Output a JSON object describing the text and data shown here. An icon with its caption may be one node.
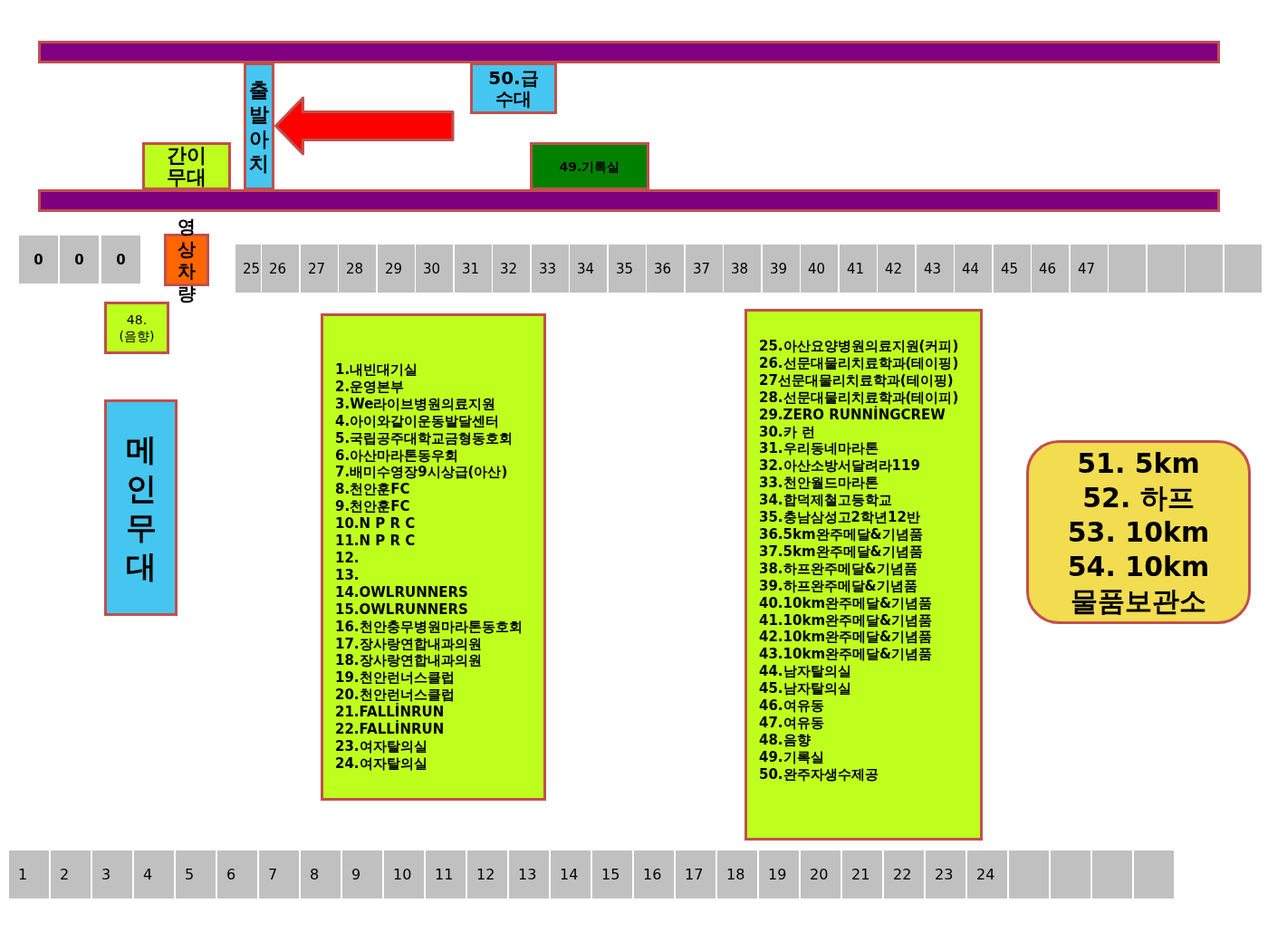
{
  "diagram": {
    "nodes": [
      {
        "text": [],
        "shape": "bar"
      },
      {
        "text": [
          "출발아치"
        ]
      },
      {
        "text": [
          "50.급수대"
        ]
      },
      {
        "text": [
          "간이무대"
        ]
      },
      {
        "text": [
          "49.기록실"
        ]
      },
      {
        "text": [],
        "shape": "bar"
      },
      {
        "text": [
          "영상차량"
        ]
      },
      {
        "text": [
          "0"
        ]
      },
      {
        "text": [
          "0"
        ]
      },
      {
        "text": [
          "0"
        ]
      },
      {
        "text": [
          "25"
        ]
      },
      {
        "text": [
          "26"
        ]
      },
      {
        "text": [
          "27"
        ]
      },
      {
        "text": [
          "28"
        ]
      },
      {
        "text": [
          "29"
        ]
      },
      {
        "text": [
          "30"
        ]
      },
      {
        "text": [
          "31"
        ]
      },
      {
        "text": [
          "32"
        ]
      },
      {
        "text": [
          "33"
        ]
      },
      {
        "text": [
          "34"
        ]
      },
      {
        "text": [
          "35"
        ]
      },
      {
        "text": [
          "36"
        ]
      },
      {
        "text": [
          "37"
        ]
      },
      {
        "text": [
          "38"
        ]
      },
      {
        "text": [
          "39"
        ]
      },
      {
        "text": [
          "40"
        ]
      },
      {
        "text": [
          "41"
        ]
      },
      {
        "text": [
          "42"
        ]
      },
      {
        "text": [
          "43"
        ]
      },
      {
        "text": [
          "44"
        ]
      },
      {
        "text": [
          "45"
        ]
      },
      {
        "text": [
          "46"
        ]
      },
      {
        "text": [
          "47"
        ]
      },
      {
        "text": [],
        "shape": "box"
      },
      {
        "text": [],
        "shape": "box"
      },
      {
        "text": [],
        "shape": "box"
      },
      {
        "text": [],
        "shape": "box"
      },
      {
        "text": [
          "48. (음향)"
        ]
      },
      {
        "text": [
          "1.내빈대기실",
          "2.운영본부",
          "3.We라이브병원의료지원",
          "4.아이와같이운동발달센터",
          "5.국립공주대학교금형동호회",
          "6.아산마라톤동우회",
          "7.배미수영장9시상급(아산)",
          "8.천안훈FC",
          "9.천안훈FC",
          "10.N P R C",
          "11.N P R C",
          "12.",
          "13.",
          "14.OWLRUNNERS",
          "15.OWLRUNNERS",
          "16.천안충무병원마라톤동호회",
          "17.장사랑연합내과의원",
          "18.장사랑연합내과의원",
          "19.천안런너스클럽",
          "20.천안런너스클럽",
          "21.FALLİNRUN",
          "22.FALLİNRUN",
          "23.여자탈의실",
          "24.여자탈의실"
        ]
      },
      {
        "text": [
          "25.아산요양병원의료지원(커피)",
          "26.선문대물리치료학과(테이핑)",
          "27선문대물리치료학과(테이핑)",
          "28.선문대물리치료학과(테이피)",
          "29.ZERO RUNNİNGCREW",
          "30.카 런",
          "31.우리동네마라톤",
          "32.아산소방서달려라119",
          "33.천안월드마라톤",
          "34.합덕제철고등학교",
          "35.충남삼성고2학년12반",
          "36.5km완주메달&기념품",
          "37.5km완주메달&기념품",
          "38.하프완주메달&기념품",
          "39.하프완주메달&기념품",
          "40.10km완주메달&기념품",
          "41.10km완주메달&기념품",
          "42.10km완주메달&기념품",
          "43.10km완주메달&기념품",
          "44.남자탈의실",
          "45.남자탈의실",
          "46.여유동",
          "47.여유동",
          "48.음향",
          "49.기록실",
          "50.완주자생수제공"
        ]
      },
      {
        "text": [
          "메인무대"
        ]
      },
      {
        "text": [
          "51. 5km",
          "52. 하프",
          "53. 10km",
          "54. 10km",
          "물품보관소"
        ]
      },
      {
        "text": [
          "1"
        ]
      },
      {
        "text": [
          "2"
        ]
      },
      {
        "text": [
          "3"
        ]
      },
      {
        "text": [
          "4"
        ]
      },
      {
        "text": [
          "5"
        ]
      },
      {
        "text": [
          "6"
        ]
      },
      {
        "text": [
          "7"
        ]
      },
      {
        "text": [
          "8"
        ]
      },
      {
        "text": [
          "9"
        ]
      },
      {
        "text": [
          "10"
        ]
      },
      {
        "text": [
          "11"
        ]
      },
      {
        "text": [
          "12"
        ]
      },
      {
        "text": [
          "13"
        ]
      },
      {
        "text": [
          "14"
        ]
      },
      {
        "text": [
          "15"
        ]
      },
      {
        "text": [
          "16"
        ]
      },
      {
        "text": [
          "17"
        ]
      },
      {
        "text": [
          "18"
        ]
      },
      {
        "text": [
          "19"
        ]
      },
      {
        "text": [
          "20"
        ]
      },
      {
        "text": [
          "21"
        ]
      },
      {
        "text": [
          "22"
        ]
      },
      {
        "text": [
          "23"
        ]
      },
      {
        "text": [
          "24"
        ]
      },
      {
        "text": [],
        "shape": "box"
      },
      {
        "text": [],
        "shape": "box"
      },
      {
        "text": [],
        "shape": "box"
      },
      {
        "text": [],
        "shape": "box"
      }
    ],
    "edges": [
      {
        "from": null,
        "to": 1,
        "arrow": "to"
      }
    ]
  }
}
